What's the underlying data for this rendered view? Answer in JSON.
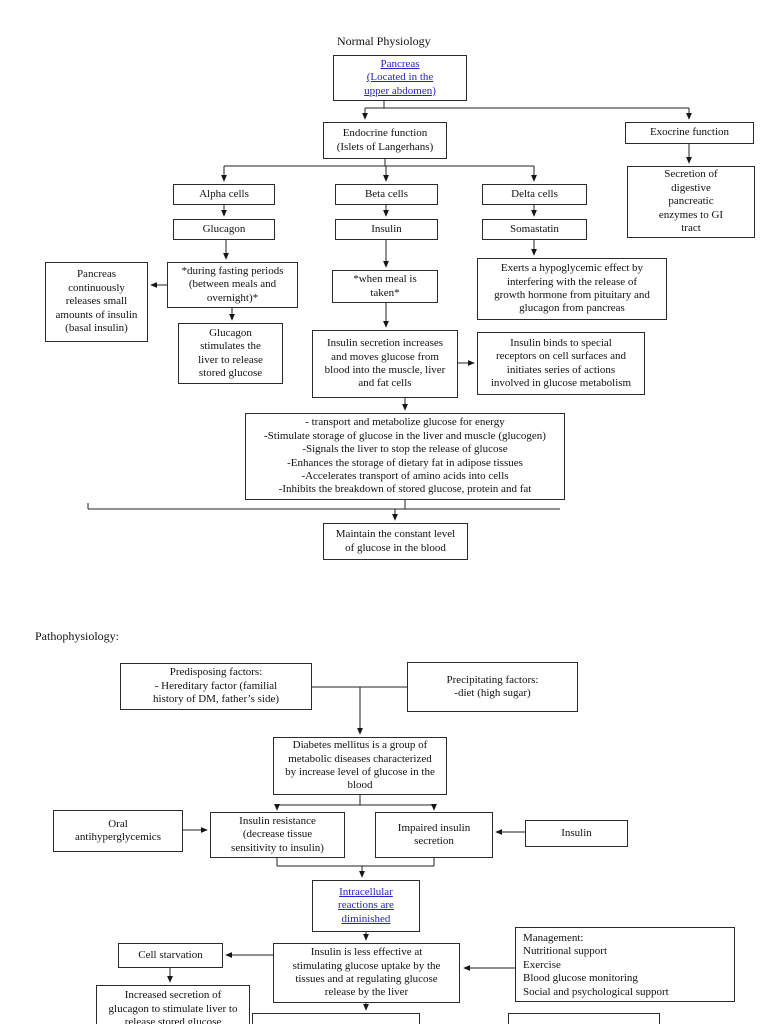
{
  "colors": {
    "link": "#2323c8",
    "line": "#222222",
    "box_border": "#2b2b2b"
  },
  "normal": {
    "section_title": "Normal Physiology",
    "pancreas_link": "Pancreas\n(Located in the\nupper abdomen)",
    "endocrine": "Endocrine function\n(Islets of Langerhans)",
    "exocrine": "Exocrine function",
    "secretion": "Secretion of\ndigestive\npancreatic\nenzymes to GI\ntract",
    "alpha_cells": "Alpha cells",
    "beta_cells": "Beta cells",
    "delta_cells": "Delta cells",
    "glucagon": "Glucagon",
    "insulin": "Insulin",
    "somastatin": "Somastatin",
    "basal_insulin": "Pancreas\ncontinuously\nreleases small\namounts of insulin\n(basal insulin)",
    "fasting": "*during fasting periods\n(between meals and\novernight)*",
    "glucagon_stimulates": "Glucagon\nstimulates the\nliver to release\nstored glucose",
    "meal": "*when meal is\ntaken*",
    "insulin_secretion": "Insulin secretion increases\nand moves glucose from\nblood into the muscle, liver\nand fat cells",
    "hypoglycemic_effect": "Exerts a hypoglycemic effect by\ninterfering with the release of\ngrowth hormone from pituitary and\nglucagon from pancreas",
    "insulin_binds": "Insulin binds to special\nreceptors on cell surfaces and\ninitiates series of actions\ninvolved in glucose metabolism",
    "insulin_actions": "- transport and metabolize glucose for energy\n-Stimulate storage of glucose in the liver and muscle (glucogen)\n-Signals the liver to stop the release of glucose\n-Enhances the storage of dietary fat in adipose tissues\n-Accelerates transport of amino acids into cells\n-Inhibits the breakdown of stored glucose, protein and fat",
    "maintain": "Maintain the constant level\nof glucose in the blood"
  },
  "patho": {
    "section_title": "Pathophysiology:",
    "predisposing": "Predisposing factors:\n- Hereditary factor (familial\nhistory of DM, father’s side)",
    "precipitating": "Precipitating factors:\n-diet (high sugar)",
    "diabetes_mellitus": "Diabetes mellitus is a group of\nmetabolic diseases characterized\nby increase level of glucose in the\nblood",
    "oral_antihyperglycemics": "Oral\nantihyperglycemics",
    "insulin_resistance": "Insulin resistance\n(decrease tissue\nsensitivity to insulin)",
    "impaired_secretion": "Impaired insulin\nsecretion",
    "insulin": "Insulin",
    "intracellular_link": "Intracellular\nreactions are\ndiminished",
    "cell_starvation": "Cell starvation",
    "less_effective": "Insulin is less effective at\nstimulating glucose uptake by the\ntissues and at regulating glucose\nrelease by the liver",
    "management": "Management:\nNutritional support\nExercise\nBlood glucose monitoring\nSocial and psychological support",
    "increased_glucagon": "Increased secretion of\nglucagon to stimulate liver to\nrelease stored glucose"
  }
}
